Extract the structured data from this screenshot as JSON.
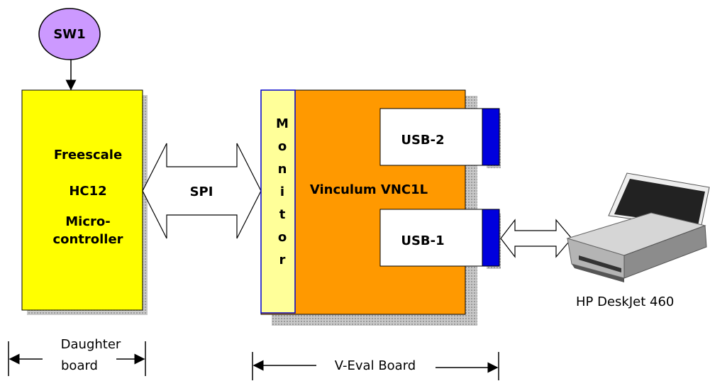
{
  "switch": {
    "label": "SW1"
  },
  "daughter_board": {
    "lines": [
      "Freescale",
      "HC12",
      "Micro-",
      "controller"
    ]
  },
  "bus": {
    "label": "SPI"
  },
  "vnc": {
    "monitor_letters": [
      "M",
      "o",
      "n",
      "i",
      "t",
      "o",
      "r"
    ],
    "chip_label": "Vinculum VNC1L",
    "usb2_label": "USB-2",
    "usb1_label": "USB-1"
  },
  "printer": {
    "label": "HP DeskJet 460"
  },
  "dimensions": {
    "daughter_line1": "Daughter",
    "daughter_line2": "board",
    "veval_label": "V-Eval Board"
  },
  "colors": {
    "switch_fill": "#cc99ff",
    "daughter_fill": "#ffff00",
    "vnc_fill": "#ff9900",
    "monitor_fill": "#ffff99",
    "monitor_border": "#0000cc",
    "usb_tab": "#0000dd",
    "shadow": "#aaaaaa"
  }
}
